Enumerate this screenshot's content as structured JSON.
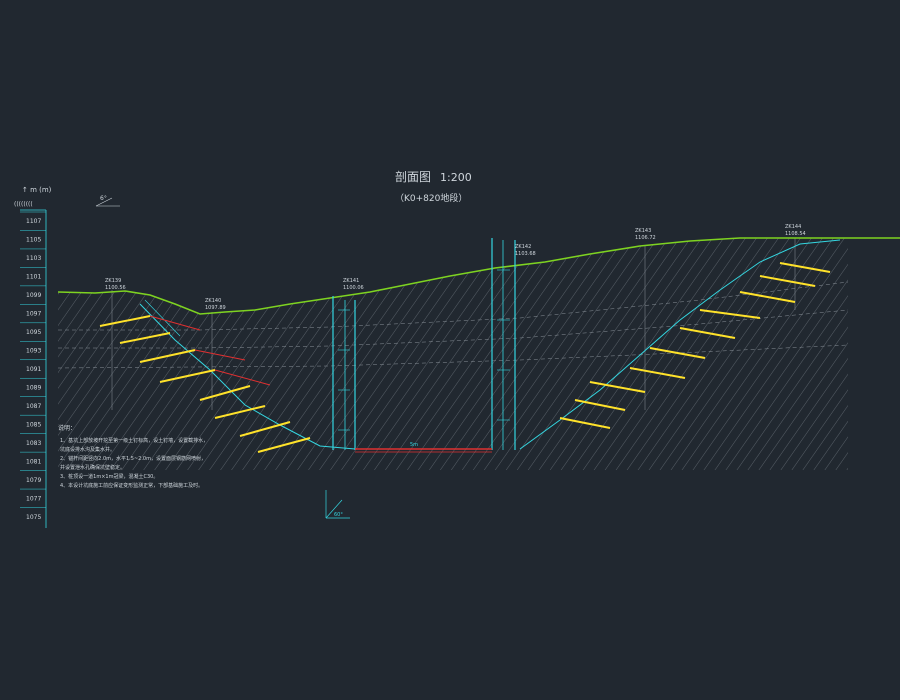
{
  "drawing": {
    "title": "剖面图",
    "scale": "1:200",
    "subtitle": "（K0+820地段）",
    "elevation_unit": "↑ m (m)",
    "elevation_header": "((((((((",
    "slope_label_top": "6°",
    "slope_label_bottom": "60°",
    "bottom_bar_label": "5m",
    "boreholes": [
      {
        "id": "ZK139",
        "elev": "1100.56"
      },
      {
        "id": "ZK140",
        "elev": "1097.89"
      },
      {
        "id": "ZK141",
        "elev": "1100.06"
      },
      {
        "id": "ZK142",
        "elev": "1103.68"
      },
      {
        "id": "ZK143",
        "elev": "1106.72"
      },
      {
        "id": "ZK144",
        "elev": "1108.54"
      }
    ]
  },
  "scale_ticks": [
    "1107",
    "1105",
    "1103",
    "1101",
    "1099",
    "1097",
    "1095",
    "1093",
    "1091",
    "1089",
    "1087",
    "1085",
    "1083",
    "1081",
    "1079",
    "1077",
    "1075"
  ],
  "notes": {
    "heading": "说明：",
    "lines": [
      "1、基坑上部放坡开挖至第一级土钉标高，设土钉墙，设置截排水，",
      "    坑底设排水沟及集水井。",
      "2、锚杆间距竖向2.0m，水平1.5~2.0m，设置面层钢筋网喷射，",
      "    并设置泄水孔确保坑壁稳定。",
      "3、桩顶设一道1m×1m冠梁，混凝土C30。",
      "4、本设计坑底施工前应保证变形监测正常，下部基础施工及时。"
    ]
  },
  "colors": {
    "background": "#212830",
    "ground_line": "#7ed321",
    "structure": "#34d6e0",
    "anchor": "#ffe22a",
    "beam": "#e03030",
    "hatch": "#8b939b",
    "text": "#cfd6dc"
  }
}
